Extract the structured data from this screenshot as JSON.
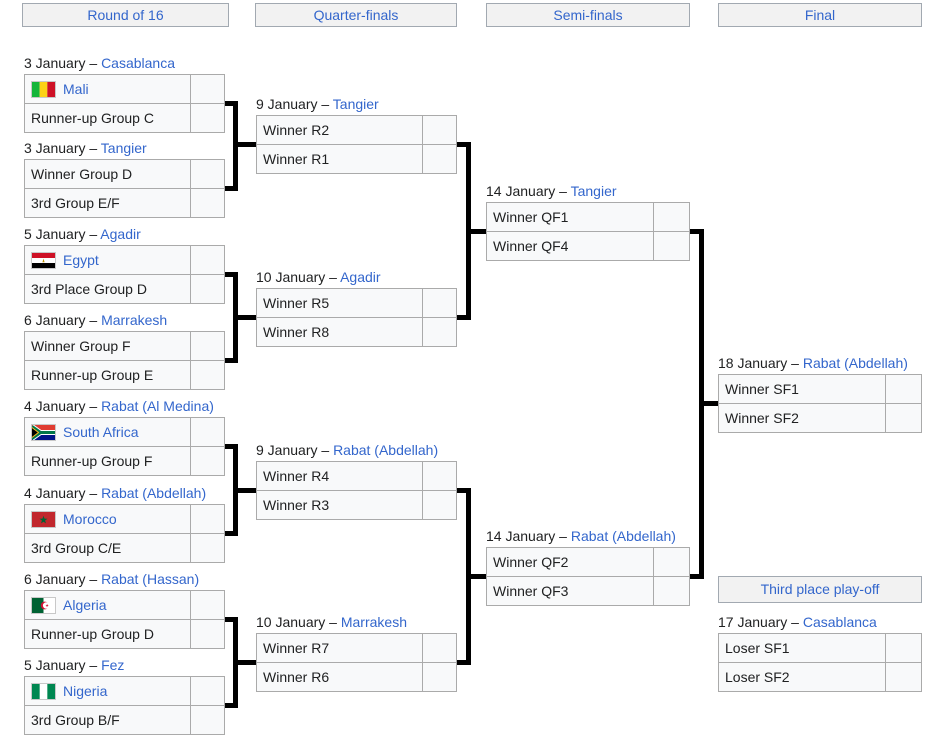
{
  "headers": [
    "Round of 16",
    "Quarter-finals",
    "Semi-finals",
    "Final"
  ],
  "third_place_header": "Third place play-off",
  "date_separator": " – ",
  "colors": {
    "link_blue": "#3366cc",
    "text": "#202122",
    "box_background": "#f8f9fa",
    "box_border": "#aaaaaa",
    "header_background": "#f2f2f2",
    "header_border": "#a2a9b1",
    "connector": "#000000"
  },
  "rounds": {
    "round_of_16": [
      {
        "date": "3 January",
        "venue": "Casablanca",
        "home": {
          "name": "Mali",
          "flag": "mali",
          "link": true
        },
        "home_score": "",
        "away": {
          "name": "Runner-up Group C",
          "link": false
        },
        "away_score": ""
      },
      {
        "date": "3 January",
        "venue": "Tangier",
        "home": {
          "name": "Winner Group D",
          "link": false
        },
        "home_score": "",
        "away": {
          "name": "3rd Group E/F",
          "link": false
        },
        "away_score": ""
      },
      {
        "date": "5 January",
        "venue": "Agadir",
        "home": {
          "name": "Egypt",
          "flag": "egypt",
          "link": true
        },
        "home_score": "",
        "away": {
          "name": "3rd Place Group D",
          "link": false
        },
        "away_score": ""
      },
      {
        "date": "6 January",
        "venue": "Marrakesh",
        "home": {
          "name": "Winner Group F",
          "link": false
        },
        "home_score": "",
        "away": {
          "name": "Runner-up Group E",
          "link": false
        },
        "away_score": ""
      },
      {
        "date": "4 January",
        "venue": "Rabat (Al Medina)",
        "home": {
          "name": "South Africa",
          "flag": "south_africa",
          "link": true
        },
        "home_score": "",
        "away": {
          "name": "Runner-up Group F",
          "link": false
        },
        "away_score": ""
      },
      {
        "date": "4 January",
        "venue": "Rabat (Abdellah)",
        "home": {
          "name": "Morocco",
          "flag": "morocco",
          "link": true
        },
        "home_score": "",
        "away": {
          "name": "3rd Group C/E",
          "link": false
        },
        "away_score": ""
      },
      {
        "date": "6 January",
        "venue": "Rabat (Hassan)",
        "home": {
          "name": "Algeria",
          "flag": "algeria",
          "link": true
        },
        "home_score": "",
        "away": {
          "name": "Runner-up Group D",
          "link": false
        },
        "away_score": ""
      },
      {
        "date": "5 January",
        "venue": "Fez",
        "home": {
          "name": "Nigeria",
          "flag": "nigeria",
          "link": true
        },
        "home_score": "",
        "away": {
          "name": "3rd Group B/F",
          "link": false
        },
        "away_score": ""
      }
    ],
    "quarter_finals": [
      {
        "date": "9 January",
        "venue": "Tangier",
        "home": {
          "name": "Winner R2",
          "link": false
        },
        "home_score": "",
        "away": {
          "name": "Winner R1",
          "link": false
        },
        "away_score": ""
      },
      {
        "date": "10 January",
        "venue": "Agadir",
        "home": {
          "name": "Winner R5",
          "link": false
        },
        "home_score": "",
        "away": {
          "name": "Winner R8",
          "link": false
        },
        "away_score": ""
      },
      {
        "date": "9 January",
        "venue": "Rabat (Abdellah)",
        "home": {
          "name": "Winner R4",
          "link": false
        },
        "home_score": "",
        "away": {
          "name": "Winner R3",
          "link": false
        },
        "away_score": ""
      },
      {
        "date": "10 January",
        "venue": "Marrakesh",
        "home": {
          "name": "Winner R7",
          "link": false
        },
        "home_score": "",
        "away": {
          "name": "Winner R6",
          "link": false
        },
        "away_score": ""
      }
    ],
    "semi_finals": [
      {
        "date": "14 January",
        "venue": "Tangier",
        "home": {
          "name": "Winner QF1",
          "link": false
        },
        "home_score": "",
        "away": {
          "name": "Winner QF4",
          "link": false
        },
        "away_score": ""
      },
      {
        "date": "14 January",
        "venue": "Rabat (Abdellah)",
        "home": {
          "name": "Winner QF2",
          "link": false
        },
        "home_score": "",
        "away": {
          "name": "Winner QF3",
          "link": false
        },
        "away_score": ""
      }
    ],
    "final": [
      {
        "date": "18 January",
        "venue": "Rabat (Abdellah)",
        "home": {
          "name": "Winner SF1",
          "link": false
        },
        "home_score": "",
        "away": {
          "name": "Winner SF2",
          "link": false
        },
        "away_score": ""
      }
    ],
    "third_place": [
      {
        "date": "17 January",
        "venue": "Casablanca",
        "home": {
          "name": "Loser SF1",
          "link": false
        },
        "home_score": "",
        "away": {
          "name": "Loser SF2",
          "link": false
        },
        "away_score": ""
      }
    ]
  }
}
